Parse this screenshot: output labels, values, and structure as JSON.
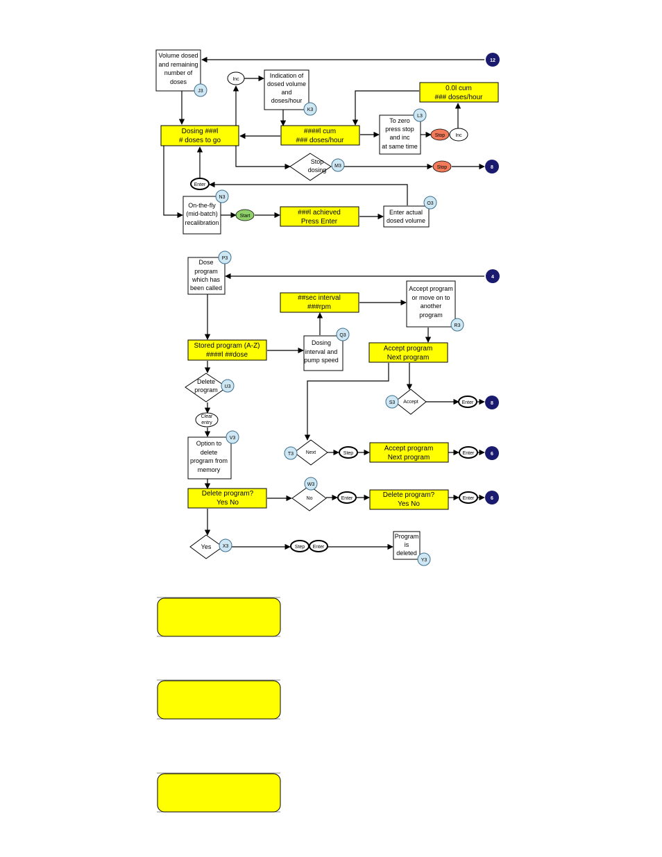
{
  "top": {
    "volume_dosed": [
      "Volume dosed",
      "and remaining",
      "number of",
      "doses"
    ],
    "dosing": [
      "Dosing ###l",
      "# doses to go"
    ],
    "inc1": "Inc",
    "indication": [
      "Indication of",
      "dosed volume",
      "and",
      "doses/hour"
    ],
    "cum_box": [
      "####l    cum",
      "### doses/hour"
    ],
    "cum_top": [
      "0.0l    cum",
      "### doses/hour"
    ],
    "to_zero": [
      "To zero",
      "press stop",
      "and inc",
      "at same time"
    ],
    "stop1": "Stop",
    "inc2": "Inc",
    "stop_dosing": [
      "Stop",
      "dosing"
    ],
    "stop2": "Stop",
    "enter": "Enter",
    "on_the_fly": [
      "On-the-fly",
      "(mid-batch)",
      "recalibration"
    ],
    "start": "Start",
    "achieved": [
      "###l achieved",
      "Press Enter"
    ],
    "enter_actual": [
      "Enter actual",
      "dosed volume"
    ]
  },
  "bottom": {
    "dose_program": [
      "Dose",
      "program",
      "which has",
      "been called"
    ],
    "sec_interval": [
      "##sec interval",
      "###rpm"
    ],
    "accept_move": [
      "Accept program",
      "or move on to",
      "another",
      "program"
    ],
    "stored_program": [
      "Stored program (A-Z)",
      "####l  ##dose"
    ],
    "dosing_interval": [
      "Dosing",
      "interval and",
      "pump speed"
    ],
    "accept_next1": [
      "Accept program",
      "Next program"
    ],
    "delete_program": [
      "Delete",
      "program"
    ],
    "accept_diamond": "Accept",
    "enter1": "Enter",
    "clear_entry": [
      "Clear",
      "entry"
    ],
    "option_delete": [
      "Option to",
      "delete",
      "program from",
      "memory"
    ],
    "next_diamond": "Next",
    "step1": "Step",
    "accept_next2": [
      "Accept program",
      "Next program"
    ],
    "enter2": "Enter",
    "delete_q1": [
      "Delete program?",
      "Yes No"
    ],
    "no_diamond": "No",
    "enter3": "Enter",
    "delete_q2": [
      "Delete program?",
      "Yes No"
    ],
    "enter4": "Enter",
    "yes_diamond": "Yes",
    "step2": "Step",
    "enter5": "Enter",
    "program_deleted": [
      "Program",
      "is",
      "deleted"
    ]
  },
  "refs": {
    "n12": "12",
    "j3": "J3",
    "k3": "K3",
    "l3": "L3",
    "m3": "M3",
    "n8a": "8",
    "n3": "N3",
    "o3": "O3",
    "p3": "P3",
    "n4": "4",
    "q3": "Q3",
    "r3": "R3",
    "s3": "S3",
    "u3": "U3",
    "n8b": "8",
    "v3": "V3",
    "t3": "T3",
    "n6a": "6",
    "w3": "W3",
    "n6b": "6",
    "x3": "X3",
    "y3": "Y3"
  }
}
